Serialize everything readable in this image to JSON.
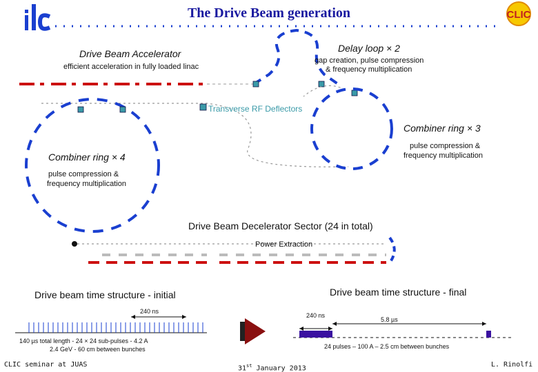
{
  "title": "The Drive Beam generation",
  "logo_left": "ilc",
  "logo_right": "CLIC",
  "labels": {
    "accelerator": "Drive Beam Accelerator",
    "accelerator_sub": "efficient acceleration in fully loaded linac",
    "delay_loop": "Delay loop × 2",
    "delay_loop_sub1": "gap creation, pulse compression",
    "delay_loop_sub2": "& frequency multiplication",
    "deflectors": "Transverse RF Deflectors",
    "ring3": "Combiner ring × 3",
    "ring3_sub1": "pulse compression &",
    "ring3_sub2": "frequency multiplication",
    "ring4": "Combiner ring × 4",
    "ring4_sub1": "pulse compression &",
    "ring4_sub2": "frequency multiplication",
    "decelerator": "Drive Beam Decelerator Sector (24 in total)",
    "power_extraction": "Power Extraction"
  },
  "time_structure": {
    "initial_title": "Drive beam time structure - initial",
    "final_title": "Drive beam time structure - final",
    "initial_240": "240 ns",
    "final_240": "240 ns",
    "final_58": "5.8 µs",
    "initial_note1": "140 µs total length - 24 × 24 sub-pulses - 4.2 A",
    "initial_note2": "2.4 GeV - 60 cm between bunches",
    "final_note": "24 pulses – 100 A – 2.5 cm between bunches"
  },
  "footer": {
    "left": "CLIC seminar at JUAS",
    "date_day": "31",
    "date_sup": "st",
    "date_rest": " January 2013",
    "right": "L. Rinolfi"
  },
  "colors": {
    "title": "#1a1aa0",
    "ring": "#1a3fd0",
    "beam_red": "#cc1010",
    "deflector": "#3a9aa8",
    "arrow_red": "#8a1010",
    "pulse": "#3a10a0"
  }
}
